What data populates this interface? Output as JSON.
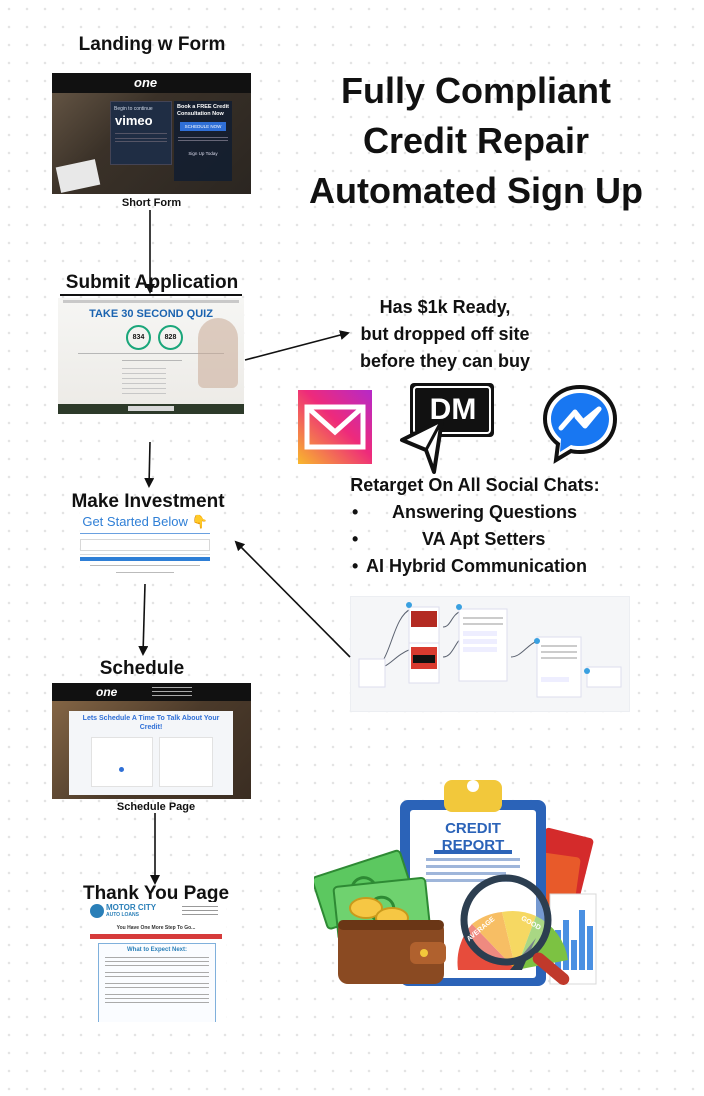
{
  "headline": {
    "line1": "Fully Compliant",
    "line2": "Credit Repair",
    "line3": "Automated Sign Up"
  },
  "steps": {
    "landing": {
      "title": "Landing w Form",
      "caption": "Short Form",
      "thumb": {
        "logo": "one",
        "video_brand": "vimeo",
        "video_line": "Begin to continue",
        "cta_heading": "Book a FREE Credit Consultation Now",
        "cta_button": "SCHEDULE NOW",
        "cta_button_2": "Sign Up Today"
      }
    },
    "submit": {
      "title": "Submit Application",
      "thumb": {
        "banner": "TAKE 30 SECOND QUIZ",
        "score_1": "834",
        "score_2": "828"
      }
    },
    "invest": {
      "title": "Make Investment",
      "thumb": {
        "heading": "Get Started Below 👇"
      }
    },
    "schedule": {
      "title": "Schedule",
      "caption": "Schedule Page",
      "thumb": {
        "logo": "one",
        "heading": "Lets Schedule A Time To Talk About Your Credit!"
      }
    },
    "thanks": {
      "title": "Thank You Page",
      "thumb": {
        "brand_line1": "MOTOR CITY",
        "brand_line2": "AUTO LOANS",
        "subtitle": "You Have One More Step To Go...",
        "box_title": "What to Expect Next:"
      }
    }
  },
  "retarget": {
    "intro_line1": "Has $1k Ready,",
    "intro_line2": "but dropped off site",
    "intro_line3": "before they can buy",
    "dm_label": "DM",
    "heading": "Retarget On All Social Chats:",
    "bullets": [
      "Answering Questions",
      "VA Apt Setters",
      "AI Hybrid Communication"
    ]
  },
  "credit_report": {
    "label": "CREDIT REPORT",
    "gauge_left": "AVERAGE",
    "gauge_right": "GOOD"
  },
  "colors": {
    "ink": "#111111",
    "email_gradient_start": "#f8b82c",
    "email_gradient_end": "#ee2a7b",
    "messenger": "#1877f2",
    "clipboard": "#2b63b8",
    "money_green": "#4caf50",
    "wallet_brown": "#8a4a22"
  }
}
